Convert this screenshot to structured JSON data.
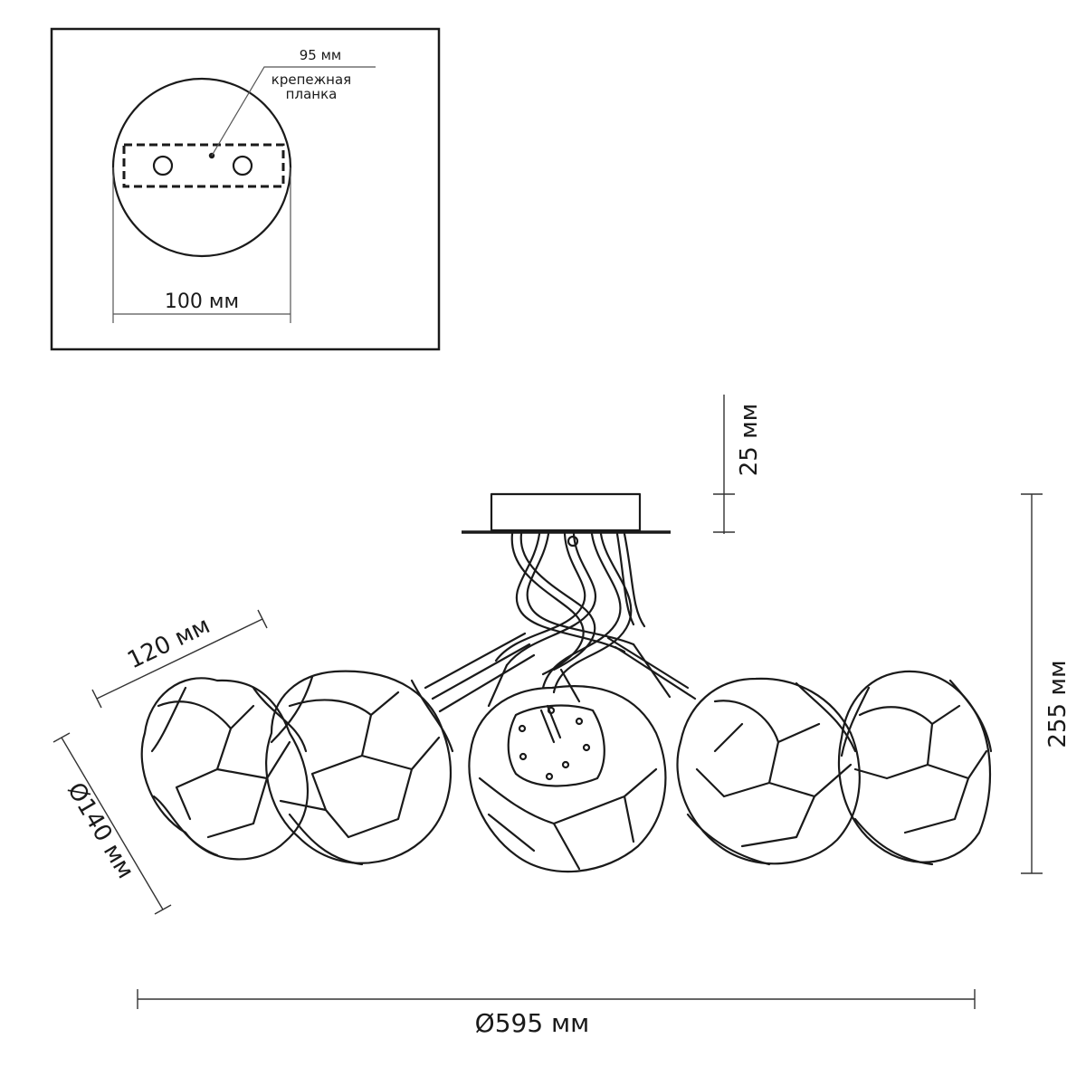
{
  "inset": {
    "plate_dimension": "95 мм",
    "plate_label_line1": "крепежная",
    "plate_label_line2": "планка",
    "diameter_label": "100 мм"
  },
  "dimensions": {
    "canopy_height": "25 мм",
    "total_height": "255 мм",
    "arm_length": "120 мм",
    "shade_diameter": "Ø140 мм",
    "total_diameter": "Ø595 мм"
  }
}
